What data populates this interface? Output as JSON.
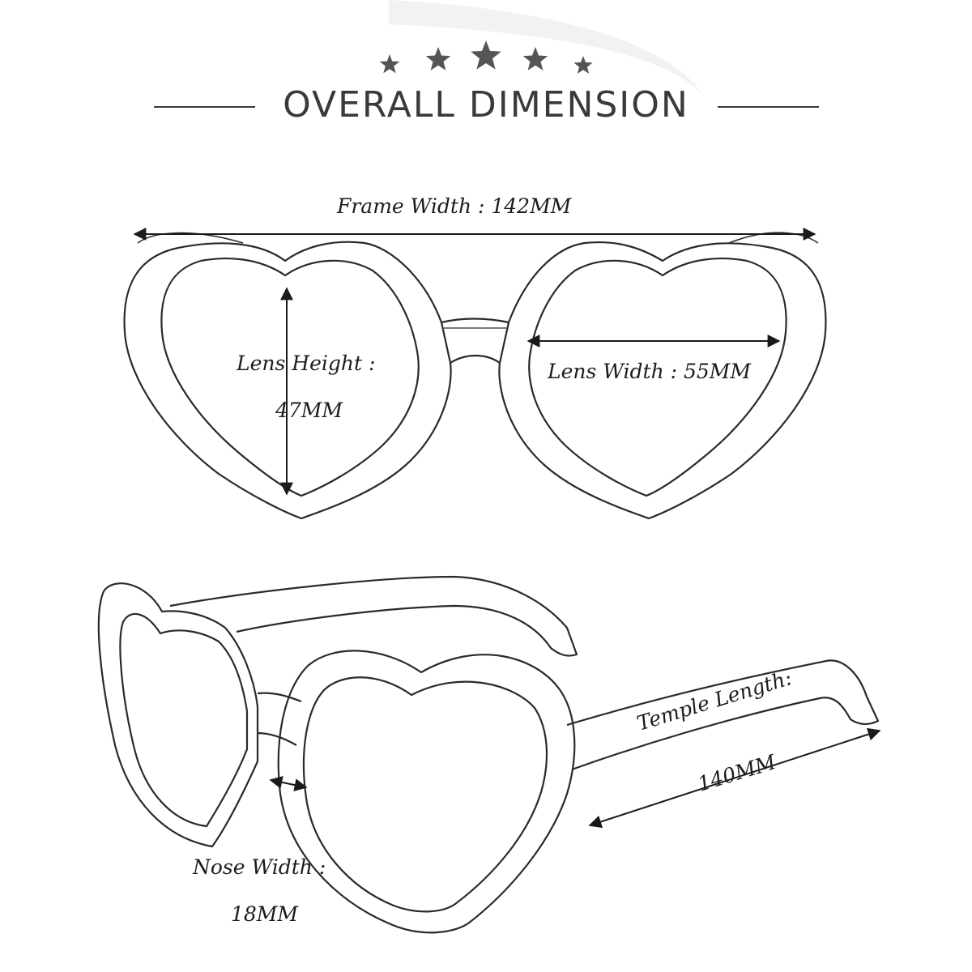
{
  "header": {
    "rating_stars": 5,
    "title": "OVERALL DIMENSION"
  },
  "dimensions": {
    "frame_width": "Frame Width : 142MM",
    "lens_height_label": "Lens Height :",
    "lens_height_value": "47MM",
    "lens_width": "Lens Width : 55MM",
    "nose_width_label": "Nose Width :",
    "nose_width_value": "18MM",
    "temple_length_label": "Temple Length:",
    "temple_length_value": "140MM"
  },
  "colors": {
    "line": "#2a2a2a",
    "text": "#1c1c1c",
    "star": "#555555"
  }
}
